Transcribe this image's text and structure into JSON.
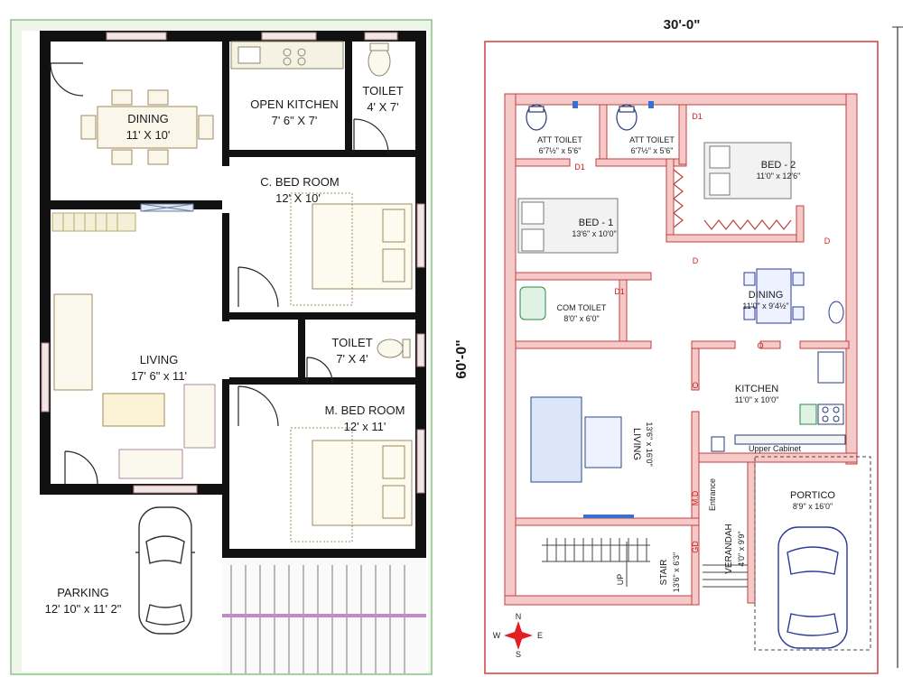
{
  "left_plan": {
    "width_label": "",
    "depth_label": "60'-0\"",
    "rooms": [
      {
        "name": "DINING",
        "size": "11' X 10'"
      },
      {
        "name": "OPEN KITCHEN",
        "size": "7' 6\" X 7'"
      },
      {
        "name": "TOILET",
        "size": "4' X 7'"
      },
      {
        "name": "C. BED ROOM",
        "size": "12' X 10'"
      },
      {
        "name": "LIVING",
        "size": "17' 6\" x 11'"
      },
      {
        "name": "TOILET",
        "size": "7' X 4'"
      },
      {
        "name": "M. BED ROOM",
        "size": "12' x 11'"
      },
      {
        "name": "PARKING",
        "size": "12' 10\" x 11' 2\""
      }
    ]
  },
  "right_plan": {
    "width_label": "30'-0\"",
    "rooms": [
      {
        "name": "ATT TOILET",
        "size": "6'7½\" x 5'6\""
      },
      {
        "name": "ATT TOILET",
        "size": "6'7½\" x 5'6\""
      },
      {
        "name": "BED - 2",
        "size": "11'0\" x 12'6\""
      },
      {
        "name": "BED - 1",
        "size": "13'6\" x 10'0\""
      },
      {
        "name": "COM TOILET",
        "size": "8'0\" x 6'0\""
      },
      {
        "name": "DINING",
        "size": "11'0\" x 9'4½\""
      },
      {
        "name": "KITCHEN",
        "size": "11'0\" x 10'0\""
      },
      {
        "name": "LIVING",
        "size": "13'6\" x 16'0\""
      },
      {
        "name": "PORTICO",
        "size": "8'9\" x 16'0\""
      },
      {
        "name": "VERANDAH",
        "size": "4'0\" x 9'9\""
      },
      {
        "name": "STAIR",
        "size": "13'6\" x 6'3\""
      }
    ],
    "door_marks": {
      "d1": "D1",
      "d": "D",
      "md": "M.D",
      "gd": "GD",
      "o": "O"
    },
    "entrance_label": "Entrance",
    "cabinet_label": "Upper Cabinet",
    "up_label": "UP",
    "compass": {
      "n": "N",
      "s": "S",
      "e": "E",
      "w": "W"
    }
  }
}
